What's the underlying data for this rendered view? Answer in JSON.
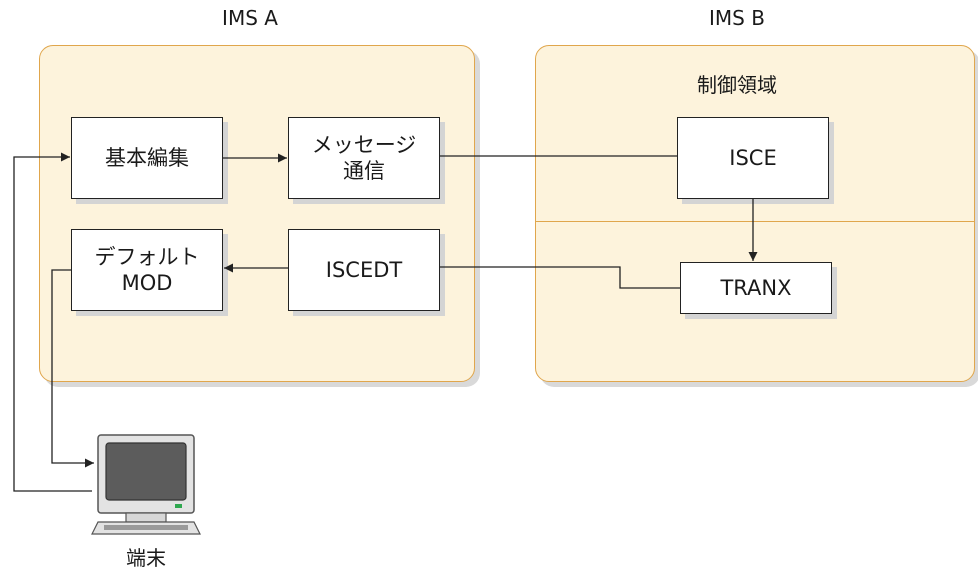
{
  "ims_a": {
    "title": "IMS A",
    "basic_edit": "基本編集",
    "msg_comm_line1": "メッセージ",
    "msg_comm_line2": "通信",
    "default_mod_line1": "デフォルト",
    "default_mod_line2": "MOD",
    "iscedt": "ISCEDT"
  },
  "ims_b": {
    "title": "IMS B",
    "control_region": "制御領域",
    "isce": "ISCE",
    "tranx": "TRANX"
  },
  "terminal": {
    "label": "端末",
    "icon": "terminal-icon"
  },
  "colors": {
    "region_fill": "#fdf3dc",
    "region_border": "#e0a64c",
    "line": "#222222"
  }
}
